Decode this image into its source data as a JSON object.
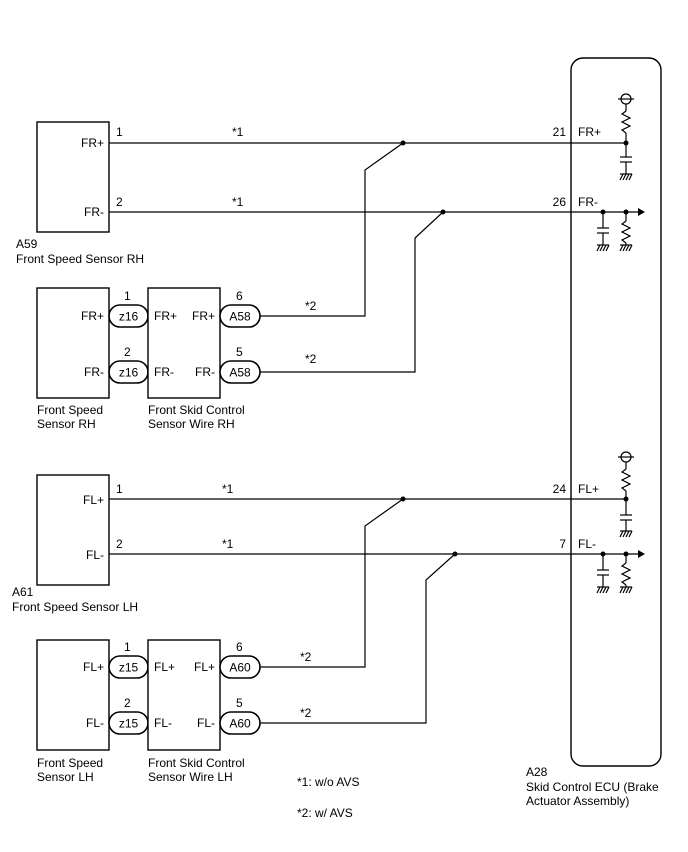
{
  "rh": {
    "sensor_terms": [
      "FR+",
      "FR-"
    ],
    "pins": [
      "1",
      "2"
    ],
    "wire_note": "*1",
    "ecu_pins": [
      "21",
      "26"
    ],
    "ecu_terms": [
      "FR+",
      "FR-"
    ],
    "sensor_id": "A59",
    "sensor_name": "Front Speed Sensor RH",
    "avs_sensor_terms": [
      "FR+",
      "FR-"
    ],
    "z_pins": [
      "1",
      "2"
    ],
    "z_connector": "z16",
    "wire_in_terms": [
      "FR+",
      "FR-"
    ],
    "wire_out_terms": [
      "FR+",
      "FR-"
    ],
    "a_pins": [
      "6",
      "5"
    ],
    "a_connector": "A58",
    "avs_note": "*2",
    "avs_sensor_label_1": "Front Speed",
    "avs_sensor_label_2": "Sensor RH",
    "wire_label_1": "Front Skid Control",
    "wire_label_2": "Sensor Wire RH"
  },
  "lh": {
    "sensor_terms": [
      "FL+",
      "FL-"
    ],
    "pins": [
      "1",
      "2"
    ],
    "wire_note": "*1",
    "ecu_pins": [
      "24",
      "7"
    ],
    "ecu_terms": [
      "FL+",
      "FL-"
    ],
    "sensor_id": "A61",
    "sensor_name": "Front Speed Sensor LH",
    "avs_sensor_terms": [
      "FL+",
      "FL-"
    ],
    "z_pins": [
      "1",
      "2"
    ],
    "z_connector": "z15",
    "wire_in_terms": [
      "FL+",
      "FL-"
    ],
    "wire_out_terms": [
      "FL+",
      "FL-"
    ],
    "a_pins": [
      "6",
      "5"
    ],
    "a_connector": "A60",
    "avs_note": "*2",
    "avs_sensor_label_1": "Front Speed",
    "avs_sensor_label_2": "Sensor LH",
    "wire_label_1": "Front Skid Control",
    "wire_label_2": "Sensor Wire LH"
  },
  "ecu": {
    "id": "A28",
    "name_1": "Skid Control ECU (Brake",
    "name_2": "Actuator Assembly)"
  },
  "notes": [
    "*1: w/o AVS",
    "*2: w/ AVS"
  ]
}
